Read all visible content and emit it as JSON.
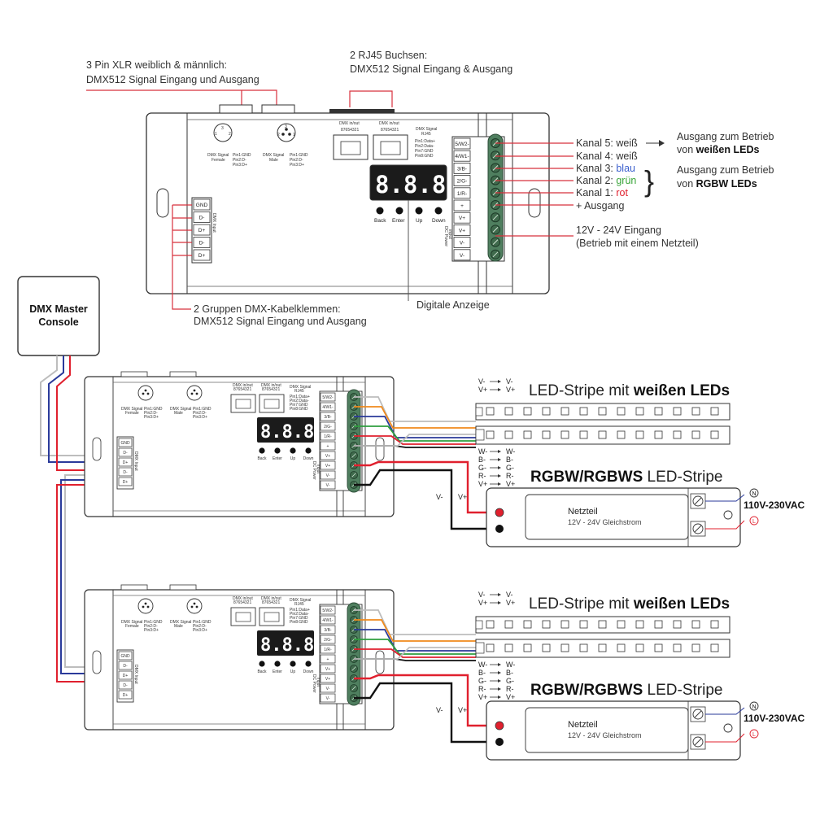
{
  "annotations": {
    "xlr": [
      "3 Pin XLR weiblich & männlich:",
      "DMX512 Signal Eingang und Ausgang"
    ],
    "rj45": [
      "2 RJ45 Buchsen:",
      "DMX512 Signal Eingang & Ausgang"
    ],
    "terminals": [
      "2 Gruppen DMX-Kabelklemmen:",
      "DMX512 Signal Eingang und Ausgang"
    ],
    "display": "Digitale Anzeige",
    "channels": [
      {
        "prefix": "Kanal 5: ",
        "color_word": "weiß",
        "color": "#333333"
      },
      {
        "prefix": "Kanal 4: ",
        "color_word": "weiß",
        "color": "#333333"
      },
      {
        "prefix": "Kanal 3: ",
        "color_word": "blau",
        "color": "#3a5fcd"
      },
      {
        "prefix": "Kanal 2: ",
        "color_word": "grün",
        "color": "#3aa53a"
      },
      {
        "prefix": "Kanal 1: ",
        "color_word": "rot",
        "color": "#e0202e"
      }
    ],
    "plus_output": "+ Ausgang",
    "white_out": [
      "Ausgang zum Betrieb",
      "von ",
      "weißen LEDs"
    ],
    "rgbw_out": [
      "Ausgang zum Betrieb",
      "von ",
      "RGBW LEDs"
    ],
    "input": [
      "12V - 24V Eingang",
      "(Betrieb mit einem Netzteil)"
    ]
  },
  "controller": {
    "xlr_female": [
      "DMX Signal",
      "Female"
    ],
    "xlr_male": [
      "DMX Signal",
      "Male"
    ],
    "xlr_pins": [
      "Pin1:GND",
      "Pin2:D-",
      "Pin3:D+"
    ],
    "xlr_female_pins": [
      "1",
      "3",
      "2"
    ],
    "xlr_male_pins": [
      "2",
      "3",
      "1"
    ],
    "rj45_label": "DMX in/out",
    "rj45_pins": "87654321",
    "rj45_caption": [
      "DMX Signal",
      "RJ45"
    ],
    "rj45_pinout": [
      "Pin1:Data+",
      "Pin2:Data-",
      "Pin7:GND",
      "Pin8:GND"
    ],
    "display": "8.8.8.8.",
    "buttons": [
      "Back",
      "Enter",
      "Up",
      "Down"
    ],
    "dmx_terminals": [
      "GND",
      "D-",
      "D+",
      "D-",
      "D+"
    ],
    "dmx_terminal_caption": "DMX Input",
    "out_terminals": [
      "5/W2-",
      "4/W1-",
      "3/B-",
      "2/G-",
      "1/R-",
      "+",
      "V+",
      "V+",
      "V-",
      "V-"
    ],
    "power_caption": [
      "DC Power",
      "input"
    ]
  },
  "console": [
    "DMX Master",
    "Console"
  ],
  "strips": {
    "white_title_plain": "LED-Stripe mit ",
    "white_title_bold": "weißen LEDs",
    "rgbw_title_bold": "RGBW/RGBWS",
    "rgbw_title_plain": " LED-Stripe",
    "white_wires": [
      "V-",
      "V+"
    ],
    "rgbw_wires": [
      "W-",
      "B-",
      "G-",
      "R-",
      "V+"
    ]
  },
  "psu": {
    "title": "Netzteil",
    "subtitle": "12V - 24V Gleichstrom",
    "ac": "110V-230VAC",
    "dc_minus": "V-",
    "dc_plus": "V+",
    "n": "N",
    "l": "L"
  },
  "colors": {
    "white": "#bdbdbd",
    "red": "#e0202e",
    "green": "#2e9e3e",
    "blue": "#2a3a9a",
    "orange": "#f08a1c",
    "black": "#111111",
    "terminal_green": "#4f7f5f",
    "annotation_line": "#d8303c"
  }
}
